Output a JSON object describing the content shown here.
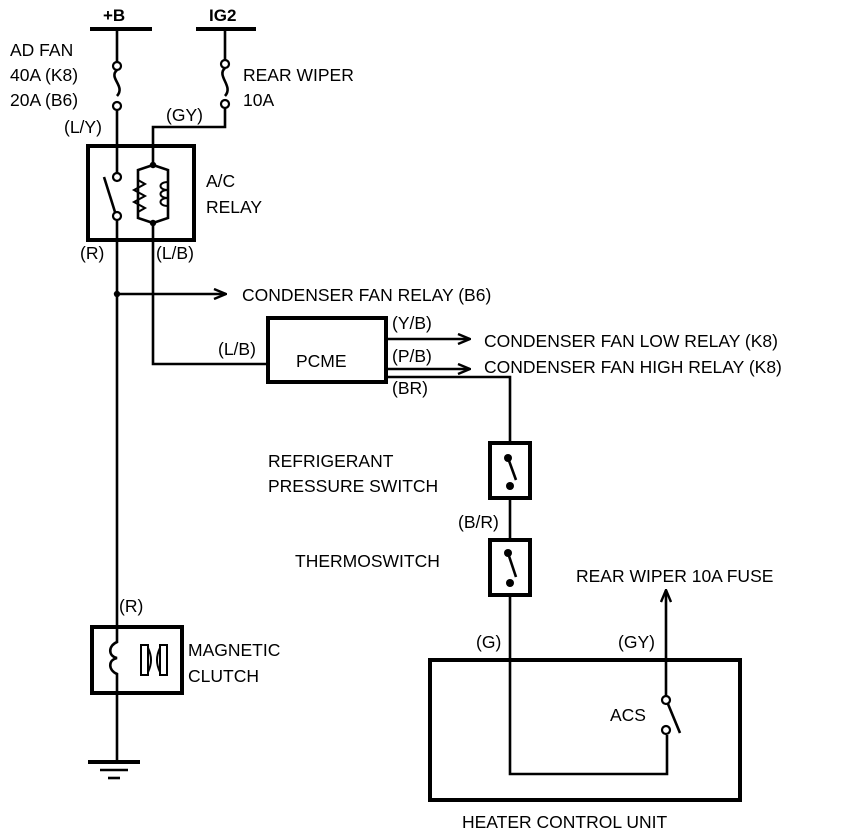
{
  "diagram": {
    "type": "wiring-schematic",
    "power_sources": {
      "battery": "+B",
      "ignition": "IG2"
    },
    "fuses": {
      "ad_fan": [
        "AD FAN",
        "40A (K8)",
        "20A (B6)"
      ],
      "rear_wiper": [
        "REAR WIPER",
        "10A"
      ]
    },
    "wire_colors": {
      "ly": "(L/Y)",
      "gy_top": "(GY)",
      "r_relay": "(R)",
      "lb_relay": "(L/B)",
      "lb_pcme": "(L/B)",
      "yb": "(Y/B)",
      "pb": "(P/B)",
      "br": "(BR)",
      "b_r": "(B/R)",
      "g": "(G)",
      "gy_bottom": "(GY)",
      "r_clutch": "(R)"
    },
    "components": {
      "ac_relay": [
        "A/C",
        "RELAY"
      ],
      "pcme": "PCME",
      "refrigerant_switch": [
        "REFRIGERANT",
        "PRESSURE SWITCH"
      ],
      "thermoswitch": "THERMOSWITCH",
      "magnetic_clutch": [
        "MAGNETIC",
        "CLUTCH"
      ],
      "acs": "ACS",
      "heater_control_unit": "HEATER CONTROL UNIT"
    },
    "destinations": {
      "condenser_fan_relay": "CONDENSER FAN RELAY (B6)",
      "condenser_fan_low": "CONDENSER FAN LOW RELAY (K8)",
      "condenser_fan_high": "CONDENSER FAN HIGH RELAY (K8)",
      "rear_wiper_fuse": "REAR WIPER 10A FUSE"
    }
  }
}
